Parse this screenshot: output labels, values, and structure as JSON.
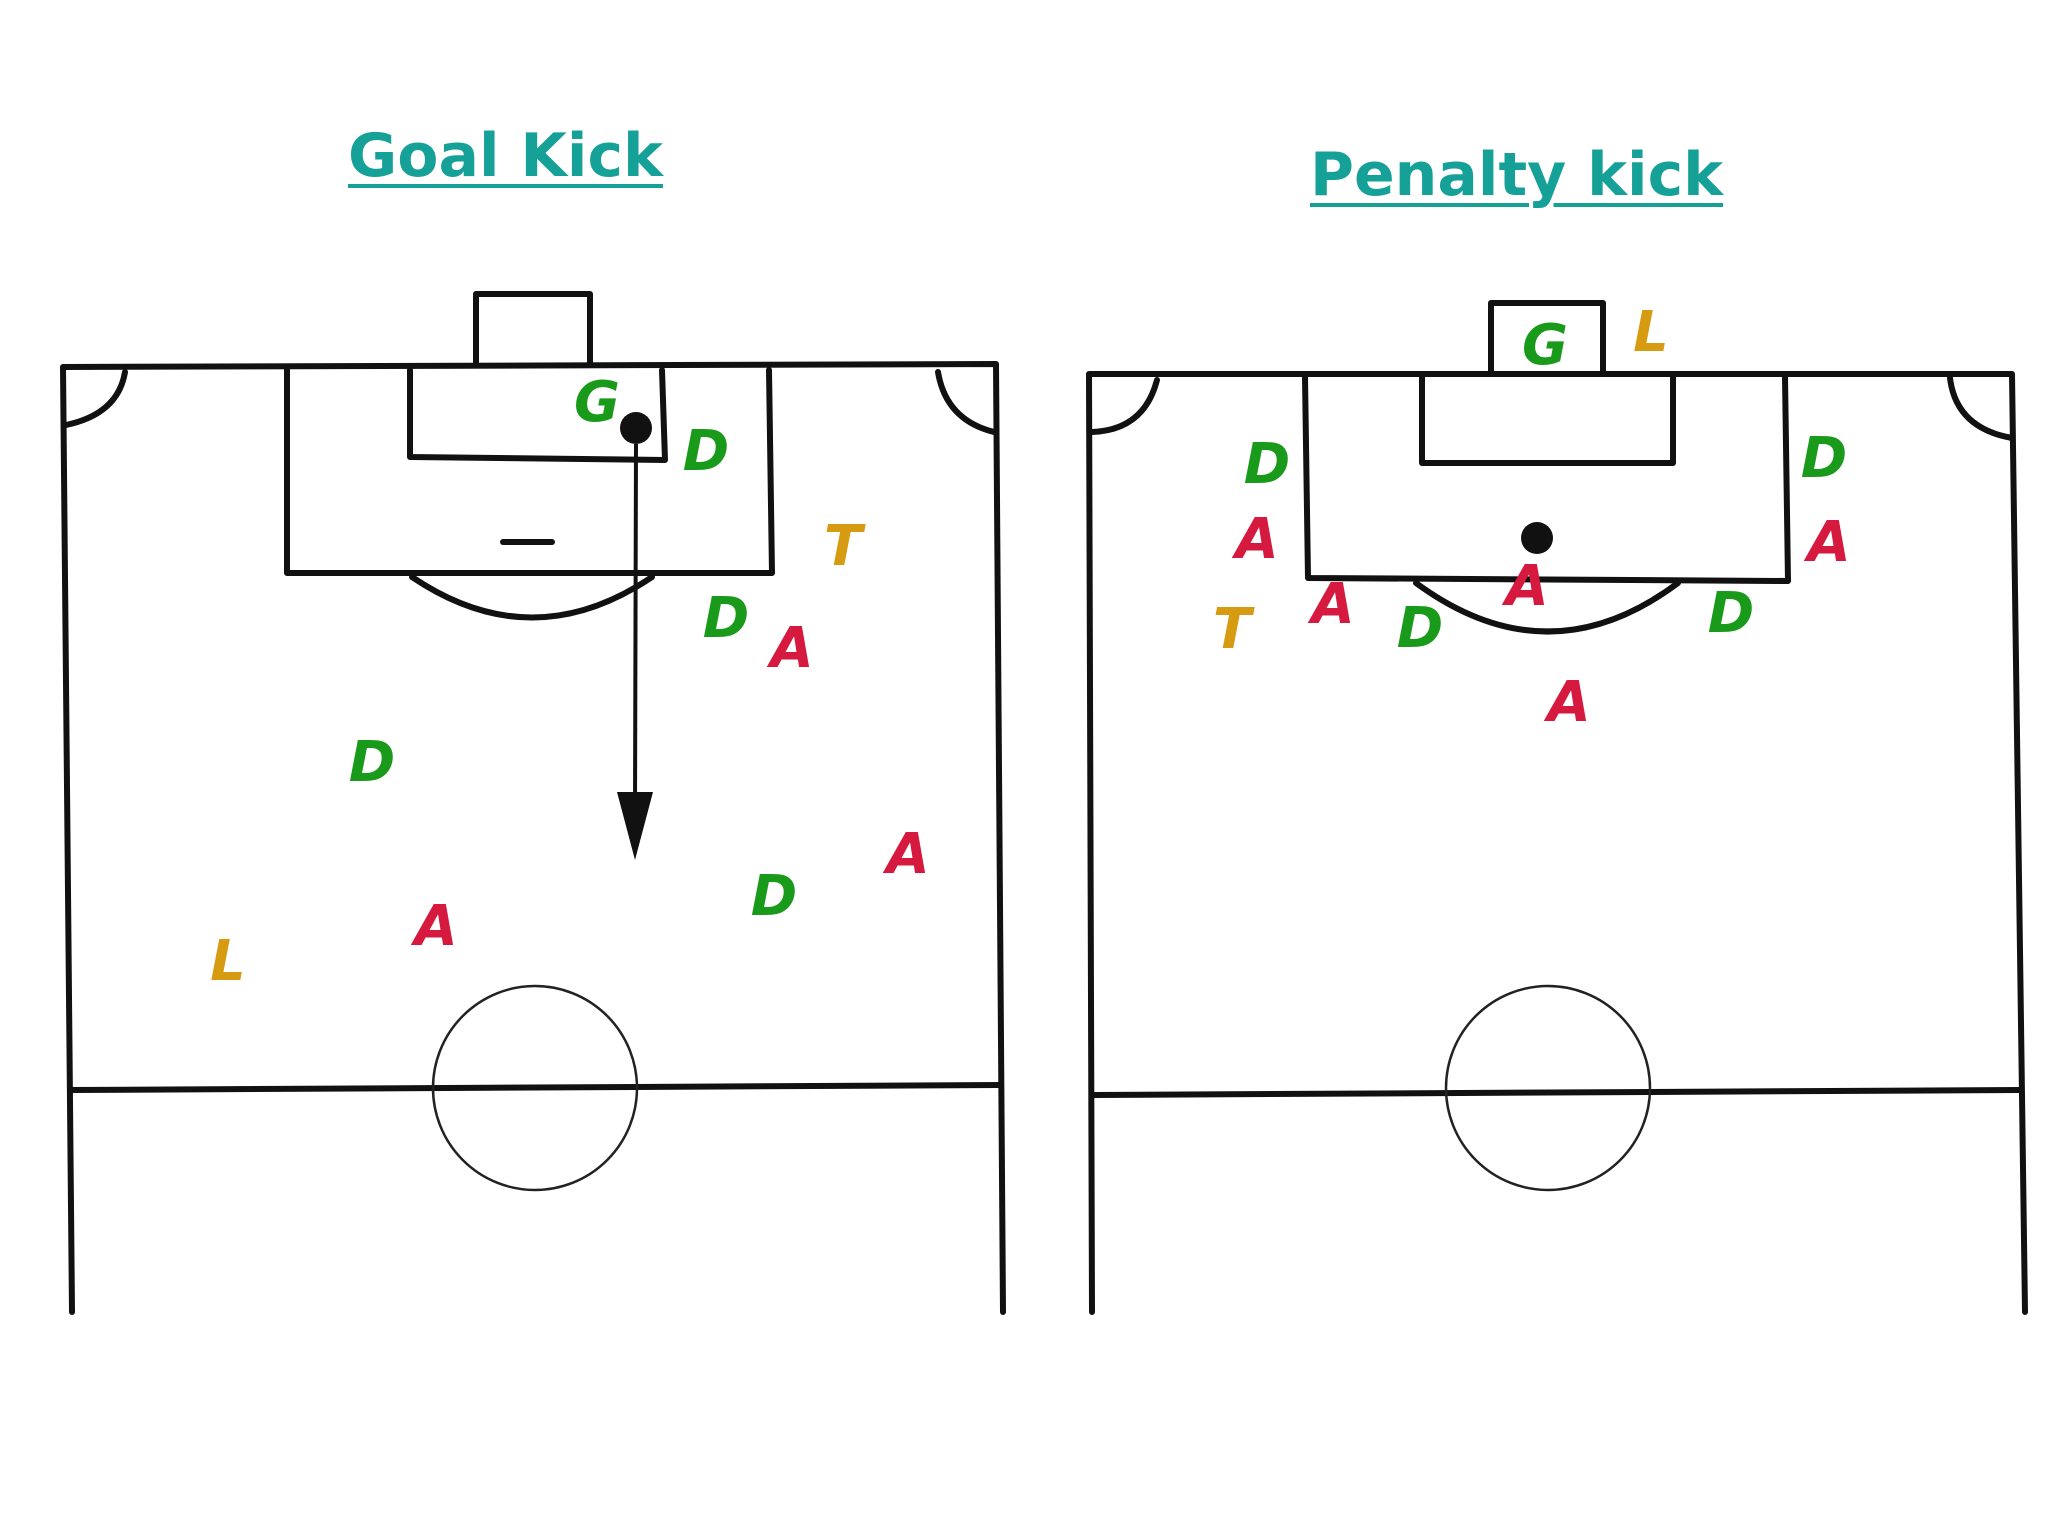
{
  "titles": {
    "goal_kick": "Goal Kick",
    "penalty_kick": "Penalty kick"
  },
  "colors": {
    "title": "#16a198",
    "goalkeeper": "#1a9a1a",
    "defender": "#1a9a1a",
    "attacker": "#d5193f",
    "official": "#d79b12",
    "line": "#111111"
  },
  "legend_letters": {
    "G": "G",
    "D": "D",
    "A": "A",
    "T": "T",
    "L": "L"
  }
}
